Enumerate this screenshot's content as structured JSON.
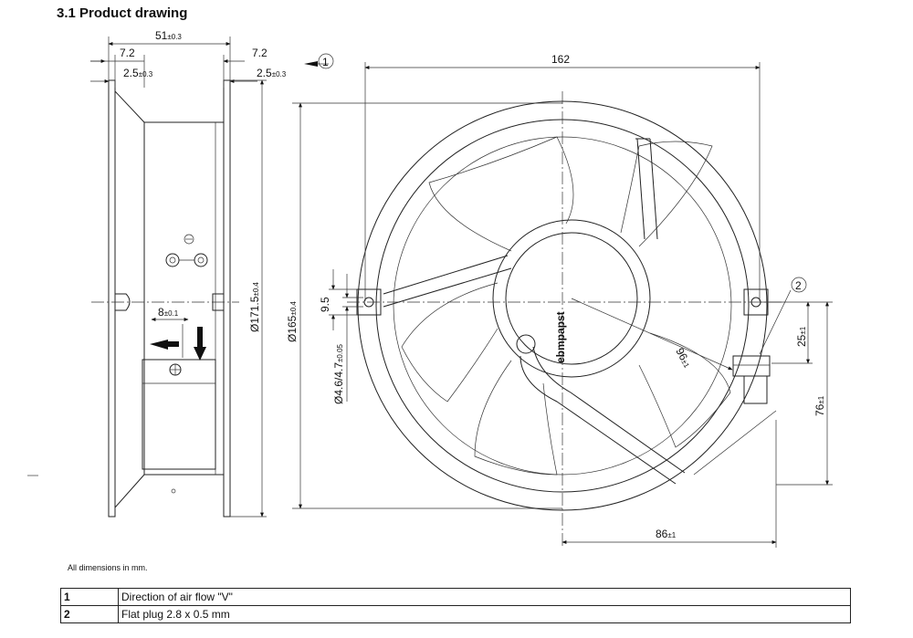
{
  "title": "3.1 Product drawing",
  "dimensions": {
    "d51": {
      "main": "51",
      "tol": "±0.3"
    },
    "d72_left": "7.2",
    "d72_right": "7.2",
    "d25_left": {
      "main": "2.5",
      "tol": "±0.3"
    },
    "d25_right": {
      "main": "2.5",
      "tol": "±0.3"
    },
    "d162": "162",
    "d8": {
      "main": "8",
      "tol": "±0.1"
    },
    "d1715": {
      "main": "Ø171.5",
      "tol": "±0.4"
    },
    "d165": {
      "main": "Ø165",
      "tol": "±0.4"
    },
    "d95": "9.5",
    "dhole": {
      "main": "Ø4.6/4.7",
      "tol": "±0.05"
    },
    "d96": {
      "main": "96",
      "tol": "±1"
    },
    "d25b": {
      "main": "25",
      "tol": "±1"
    },
    "d76": {
      "main": "76",
      "tol": "±1"
    },
    "d86": {
      "main": "86",
      "tol": "±1"
    }
  },
  "callouts": {
    "c1": "1",
    "c2": "2"
  },
  "hub_label": "ebmpapst",
  "note": "All dimensions in mm.",
  "legend": [
    {
      "key": "1",
      "text": "Direction of air flow \"V\""
    },
    {
      "key": "2",
      "text": "Flat plug 2.8 x 0.5 mm"
    }
  ]
}
